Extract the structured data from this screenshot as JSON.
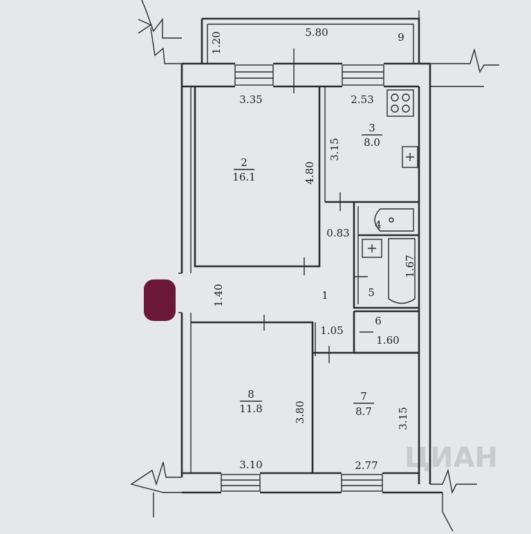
{
  "watermark": {
    "text": "ЦИАН"
  },
  "rooms": {
    "r1": {
      "number": "1"
    },
    "r2": {
      "number": "2",
      "area": "16.1"
    },
    "r3": {
      "number": "3",
      "area": "8.0"
    },
    "r4": {
      "number": "4"
    },
    "r5": {
      "number": "5"
    },
    "r6": {
      "number": "6"
    },
    "r7": {
      "number": "7",
      "area": "8.7"
    },
    "r8": {
      "number": "8",
      "area": "11.8"
    },
    "r9": {
      "number": "9"
    }
  },
  "dimensions": {
    "balcony_depth": "1.20",
    "balcony_length": "5.80",
    "room2_width": "3.35",
    "room2_length": "4.80",
    "room3_width": "2.53",
    "room3_length": "3.15",
    "corridor_083": "0.83",
    "bath_length": "1.67",
    "hall_width": "1.40",
    "hall_105": "1.05",
    "room6_length": "1.60",
    "room8_width": "3.10",
    "room8_length": "3.80",
    "room7_width": "2.77",
    "room7_length": "3.15"
  },
  "colors": {
    "background": "#e6e7e9",
    "line": "#2a2a2a",
    "marker": "#6b1837"
  },
  "icons": {
    "stove": "stove-icon",
    "sink": "sink-icon",
    "bathtub": "bathtub-icon",
    "marker": "marker-badge"
  }
}
